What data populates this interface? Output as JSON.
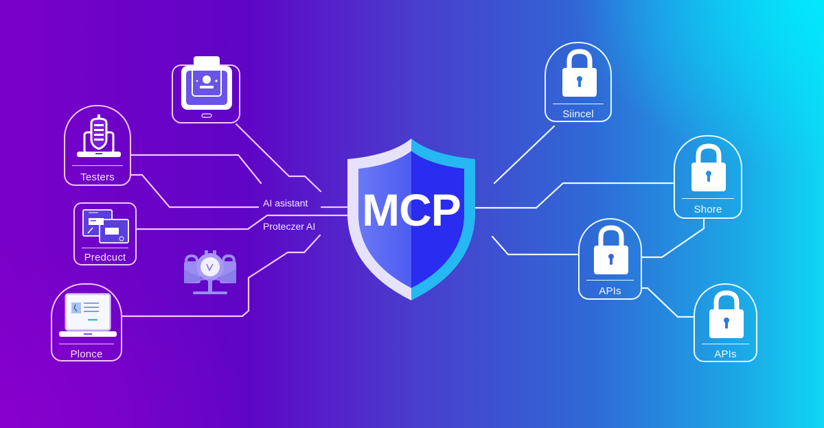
{
  "diagram": {
    "title": "MCP",
    "colors": {
      "background_left": "#7a00c8",
      "background_mid": "#4a3ccd",
      "background_right": "#0fd6f5",
      "left_stroke": "#f0c6ff",
      "right_stroke": "#e9f9ff",
      "shield_left": "#5a6cf4",
      "shield_right": "#2b2cf0",
      "shield_rim_left": "#e6e2fb",
      "shield_rim_right": "#22b8f0"
    },
    "center": {
      "label": "MCP",
      "icon": "shield-icon"
    },
    "left_nodes": [
      {
        "id": "tablet",
        "label": "",
        "icon": "tablet-user-icon"
      },
      {
        "id": "testers",
        "label": "Testers",
        "icon": "laptop-microphone-icon"
      },
      {
        "id": "product",
        "label": "Predcuct",
        "icon": "documents-icon"
      },
      {
        "id": "robot",
        "label": "",
        "icon": "robot-assistant-icon"
      },
      {
        "id": "plonce",
        "label": "Plonce",
        "icon": "laptop-icon"
      }
    ],
    "wire_labels": [
      {
        "text": "AI asistant"
      },
      {
        "text": "Proteczer AI"
      }
    ],
    "right_nodes": [
      {
        "id": "sincel",
        "label": "Siincel",
        "icon": "padlock-icon"
      },
      {
        "id": "share",
        "label": "Shore",
        "icon": "padlock-icon"
      },
      {
        "id": "apis1",
        "label": "APIs",
        "icon": "padlock-icon"
      },
      {
        "id": "apis2",
        "label": "APIs",
        "icon": "padlock-icon"
      }
    ]
  }
}
